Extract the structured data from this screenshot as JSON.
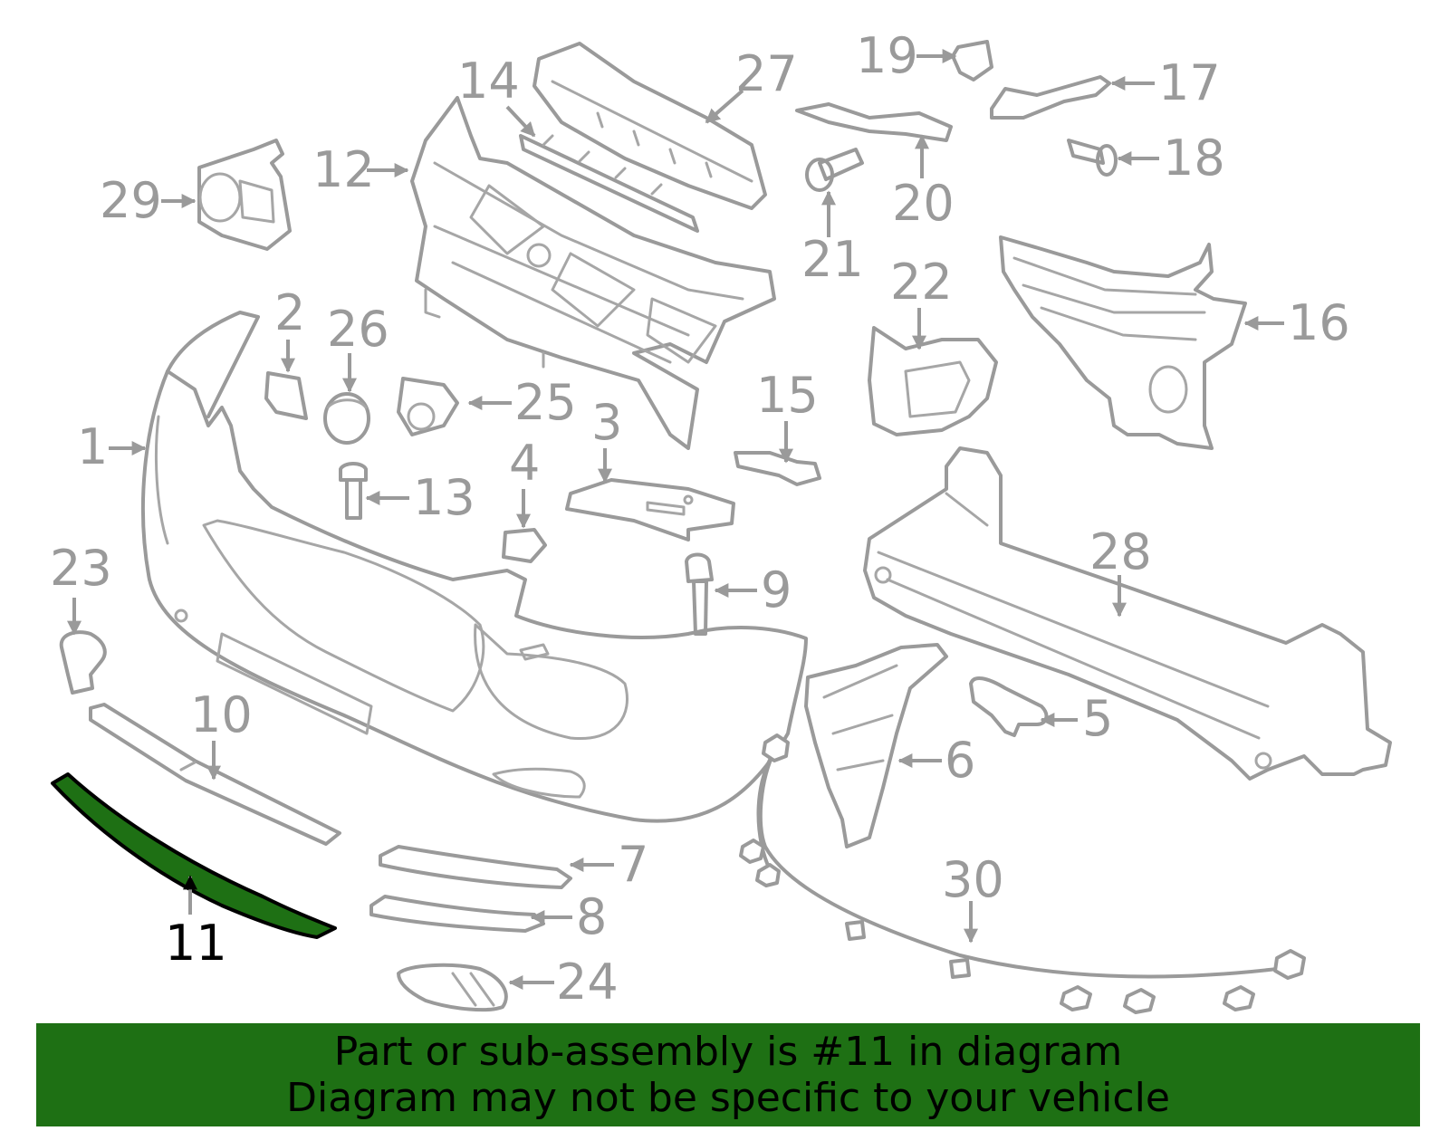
{
  "diagram": {
    "highlight_color": "#1e7014",
    "highlighted_part": "11",
    "callouts": [
      "1",
      "2",
      "3",
      "4",
      "5",
      "6",
      "7",
      "8",
      "9",
      "10",
      "11",
      "12",
      "13",
      "14",
      "15",
      "16",
      "17",
      "18",
      "19",
      "20",
      "21",
      "22",
      "23",
      "24",
      "25",
      "26",
      "27",
      "28",
      "29",
      "30"
    ]
  },
  "banner": {
    "line1": "Part or sub-assembly is #11 in diagram",
    "line2": "Diagram may not be specific to your vehicle"
  }
}
